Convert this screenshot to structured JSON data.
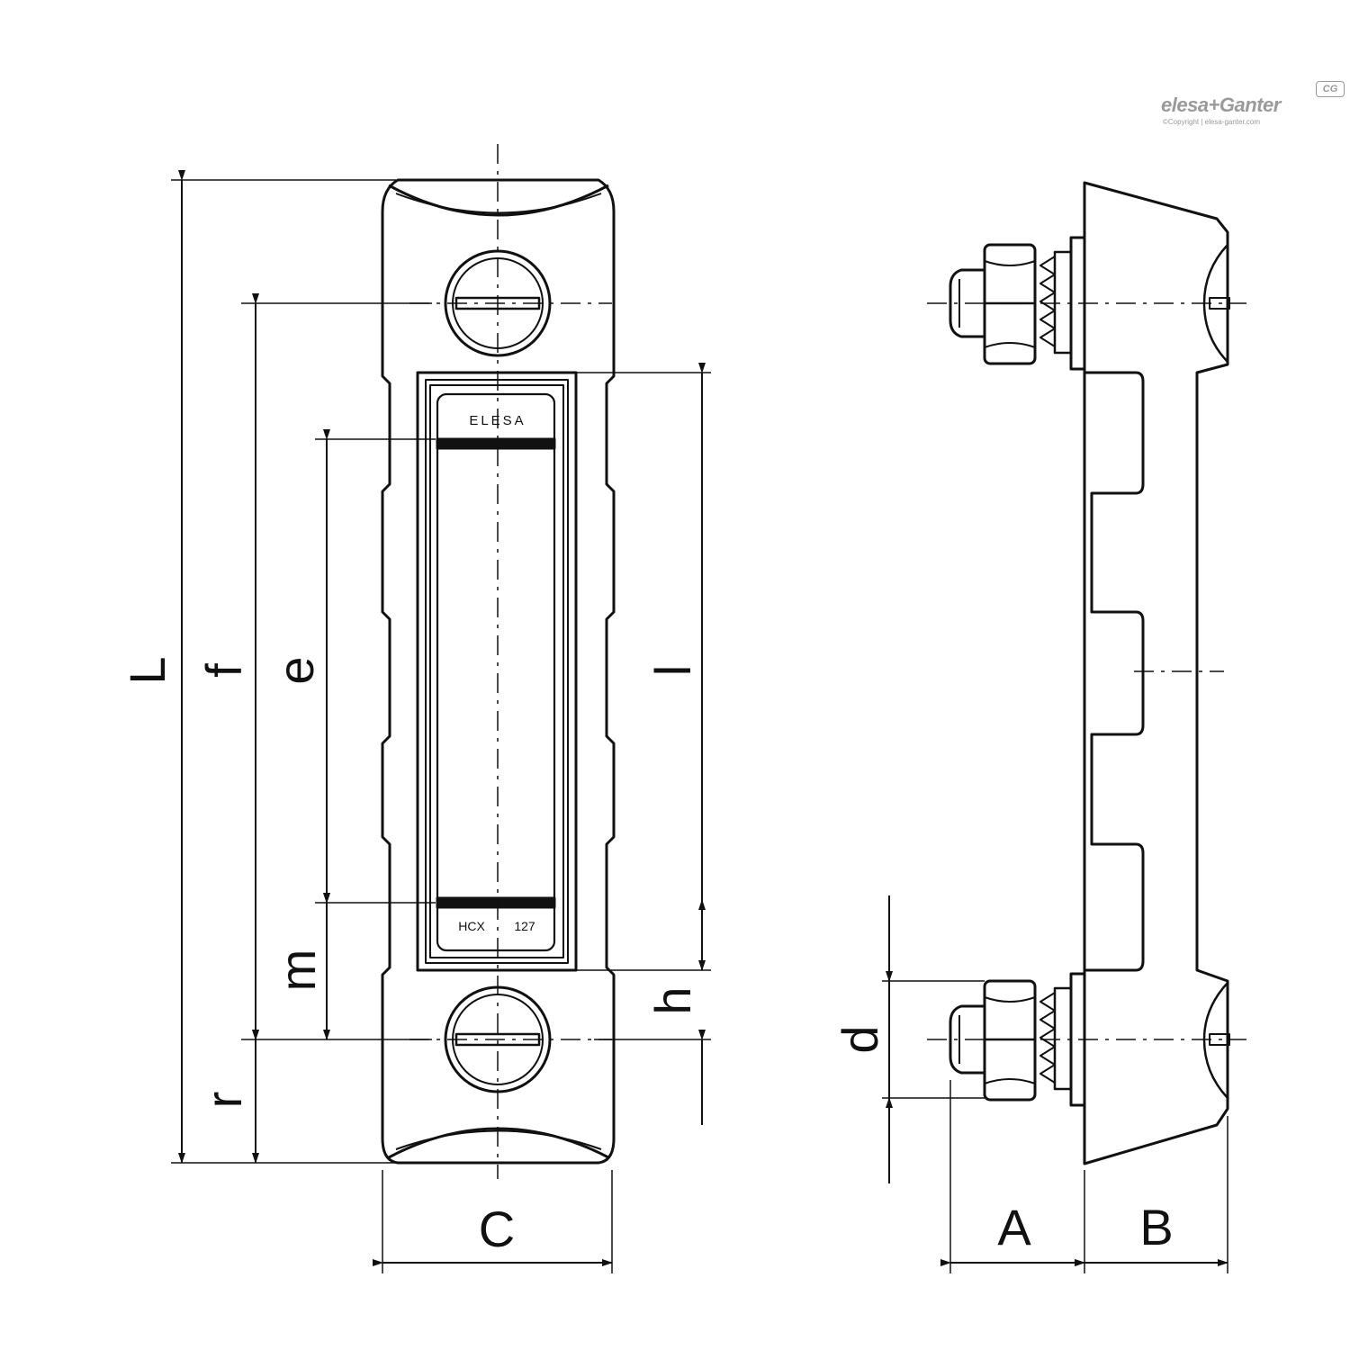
{
  "brand": {
    "name": "elesa+Ganter",
    "copyright": "©Copyright | elesa-ganter.com",
    "badge": "CG"
  },
  "product": {
    "brand_plate": "ELESA",
    "code": "HCX",
    "size": "127"
  },
  "dimensions": {
    "L": "L",
    "f": "f",
    "e": "e",
    "l": "l",
    "m": "m",
    "h": "h",
    "r": "r",
    "C": "C",
    "d": "d",
    "A": "A",
    "B": "B"
  }
}
